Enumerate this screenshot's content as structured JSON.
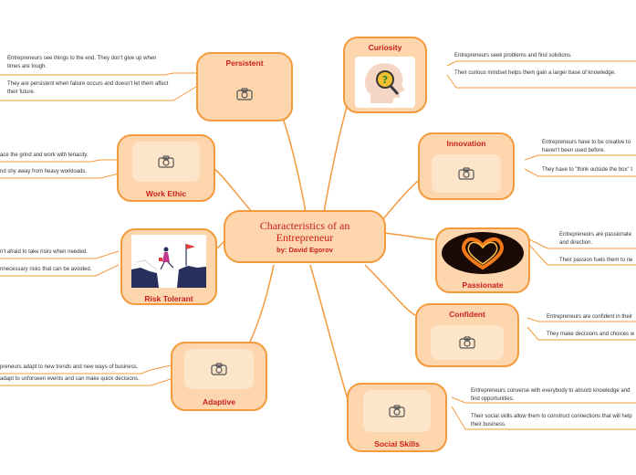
{
  "central": {
    "title": "Characteristics of an Entrepreneur",
    "subtitle": "by: David Egorov"
  },
  "topics": {
    "persistent": {
      "title": "Persistent",
      "notes": [
        "Entrepreneurs see things to the end. They don't give up when times are tough.",
        "They are persistent when failure occurs and doesn't let them affect their future."
      ]
    },
    "work_ethic": {
      "title": "Work Ethic",
      "notes": [
        "ace the grind and work with tenacity.",
        "nd shy away from heavy workloads."
      ]
    },
    "risk_tolerant": {
      "title": "Risk Tolerant",
      "notes": [
        "n't afraid to take risks when needed.",
        "nnecessary risks that can be avoided."
      ]
    },
    "adaptive": {
      "title": "Adaptive",
      "notes": [
        "preneurs adapt to new trends and new ways of business.",
        "adapt to unforseen events and can make quick decisions."
      ]
    },
    "curiosity": {
      "title": "Curiosity",
      "notes": [
        "Entrepreneurs seek problems and find solutions.",
        "Their curious mindset helps them gain a larger base of knowledge."
      ]
    },
    "innovation": {
      "title": "Innovation",
      "notes": [
        "Entrepreneurs have to be creative to haven't been used before.",
        "They have to \"think outside the box\" t"
      ]
    },
    "passionate": {
      "title": "Passionate",
      "notes": [
        "Entrepreneurs are passionate and direction.",
        "Their passion fuels them to ne"
      ]
    },
    "confident": {
      "title": "Confident",
      "notes": [
        "Entrepreneurs are confident in their",
        "They make decisions and choices w"
      ]
    },
    "social_skills": {
      "title": "Social Skills",
      "notes": [
        "Entrepreneurs converse with everybody to absorb knowledge and find opportunities.",
        "Their social skills allow them to construct connections that will help their business."
      ]
    }
  },
  "icons": {
    "image_placeholder": "camera-icon",
    "curiosity_image": "head-question-magnifier",
    "passionate_image": "fire-heart",
    "risk_image": "cliff-jump-flag"
  },
  "colors": {
    "node_fill": "#fdd6ae",
    "node_border": "#f39a3c",
    "title_text": "#c8201c",
    "connector": "#f39a3c"
  }
}
